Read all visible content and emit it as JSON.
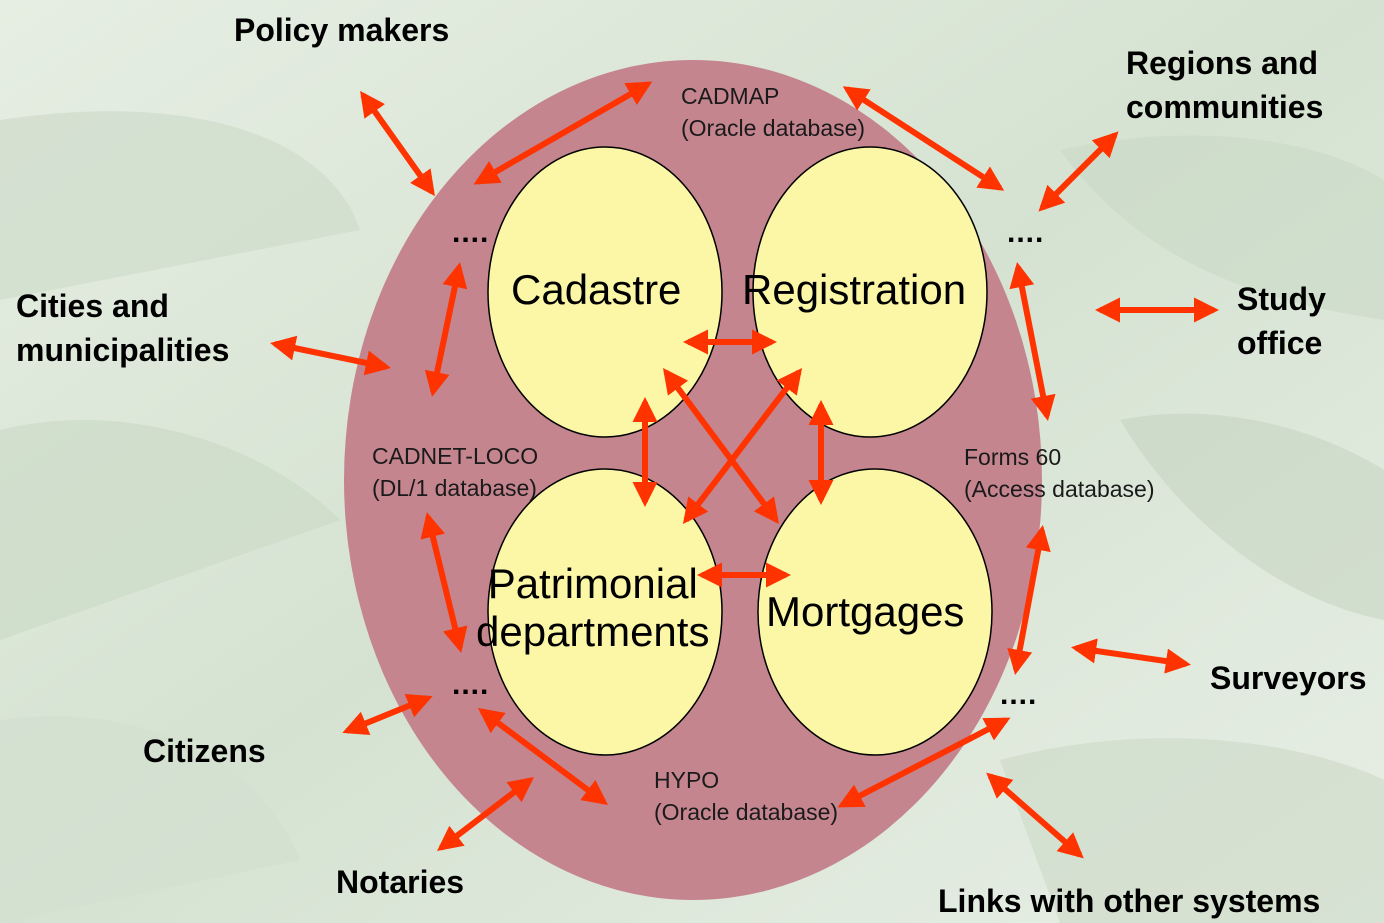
{
  "outer_labels": {
    "policy_makers": "Policy makers",
    "regions_line1": "Regions and",
    "regions_line2": "communities",
    "cities_line1": "Cities and",
    "cities_line2": "municipalities",
    "study_line1": "Study",
    "study_line2": "office",
    "surveyors": "Surveyors",
    "citizens": "Citizens",
    "notaries": "Notaries",
    "links": "Links with other systems"
  },
  "databases": {
    "cadmap_name": "CADMAP",
    "cadmap_type": "(Oracle database)",
    "cadnet_name": "CADNET-LOCO",
    "cadnet_type": "(DL/1 database)",
    "forms_name": "Forms 60",
    "forms_type": "(Access database)",
    "hypo_name": "HYPO",
    "hypo_type": "(Oracle database)"
  },
  "departments": {
    "cadastre": "Cadastre",
    "registration": "Registration",
    "patrimonial_line1": "Patrimonial",
    "patrimonial_line2": "departments",
    "mortgages": "Mortgages"
  },
  "ellipsis": "....",
  "colors": {
    "outer_circle": "#c4858f",
    "department_fill": "#fbf7a6",
    "arrow": "#ff3300",
    "background": "#dfe9dc"
  }
}
